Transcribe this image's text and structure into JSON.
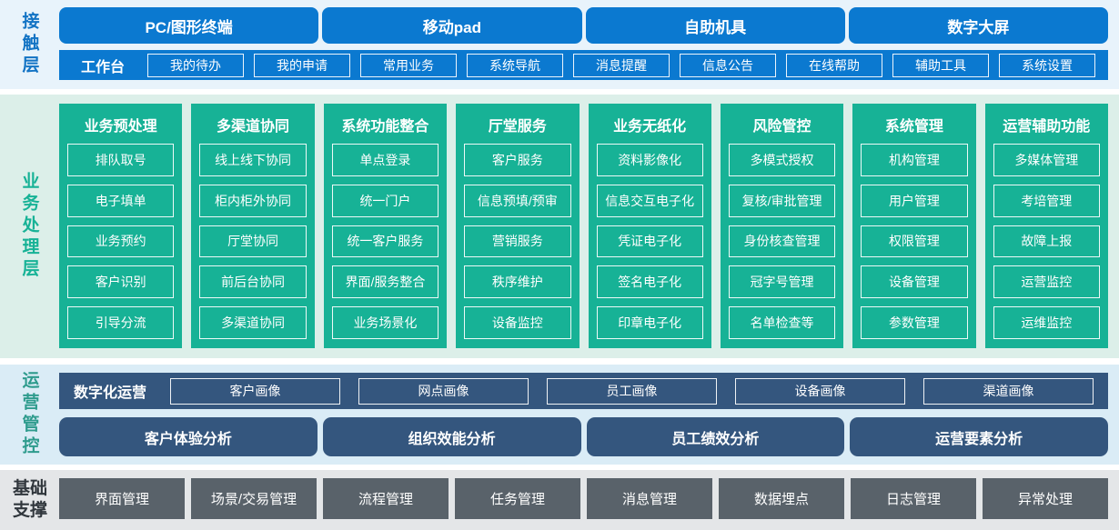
{
  "colors": {
    "brand_blue": "#0b79d0",
    "brand_green": "#17b296",
    "brand_dark_blue": "#34567e",
    "brand_gray": "#59626a",
    "bg_contact": "#e8f3fb",
    "bg_business": "#dcefe9",
    "bg_operations": "#daecf6",
    "bg_foundation": "#e4e6e8",
    "label_blue": "#1273c4",
    "label_teal": "#2e9b8d",
    "label_dark": "#30363c"
  },
  "contact_layer": {
    "label": "接触层",
    "terminals": [
      "PC/图形终端",
      "移动pad",
      "自助机具",
      "数字大屏"
    ],
    "workbench": {
      "label": "工作台",
      "items": [
        "我的待办",
        "我的申请",
        "常用业务",
        "系统导航",
        "消息提醒",
        "信息公告",
        "在线帮助",
        "辅助工具",
        "系统设置"
      ]
    }
  },
  "business_layer": {
    "label": "业务处理层",
    "columns": [
      {
        "title": "业务预处理",
        "items": [
          "排队取号",
          "电子填单",
          "业务预约",
          "客户识别",
          "引导分流"
        ]
      },
      {
        "title": "多渠道协同",
        "items": [
          "线上线下协同",
          "柜内柜外协同",
          "厅堂协同",
          "前后台协同",
          "多渠道协同"
        ]
      },
      {
        "title": "系统功能整合",
        "items": [
          "单点登录",
          "统一门户",
          "统一客户服务",
          "界面/服务整合",
          "业务场景化"
        ]
      },
      {
        "title": "厅堂服务",
        "items": [
          "客户服务",
          "信息预填/预审",
          "营销服务",
          "秩序维护",
          "设备监控"
        ]
      },
      {
        "title": "业务无纸化",
        "items": [
          "资料影像化",
          "信息交互电子化",
          "凭证电子化",
          "签名电子化",
          "印章电子化"
        ]
      },
      {
        "title": "风险管控",
        "items": [
          "多模式授权",
          "复核/审批管理",
          "身份核查管理",
          "冠字号管理",
          "名单检查等"
        ]
      },
      {
        "title": "系统管理",
        "items": [
          "机构管理",
          "用户管理",
          "权限管理",
          "设备管理",
          "参数管理"
        ]
      },
      {
        "title": "运营辅助功能",
        "items": [
          "多媒体管理",
          "考培管理",
          "故障上报",
          "运营监控",
          "运维监控"
        ]
      }
    ]
  },
  "operations_layer": {
    "label": "运营管控",
    "digital_ops": {
      "label": "数字化运营",
      "items": [
        "客户画像",
        "网点画像",
        "员工画像",
        "设备画像",
        "渠道画像"
      ]
    },
    "analytics": [
      "客户体验分析",
      "组织效能分析",
      "员工绩效分析",
      "运营要素分析"
    ]
  },
  "foundation_layer": {
    "label": "基础支撑",
    "items": [
      "界面管理",
      "场景/交易管理",
      "流程管理",
      "任务管理",
      "消息管理",
      "数据埋点",
      "日志管理",
      "异常处理"
    ]
  }
}
